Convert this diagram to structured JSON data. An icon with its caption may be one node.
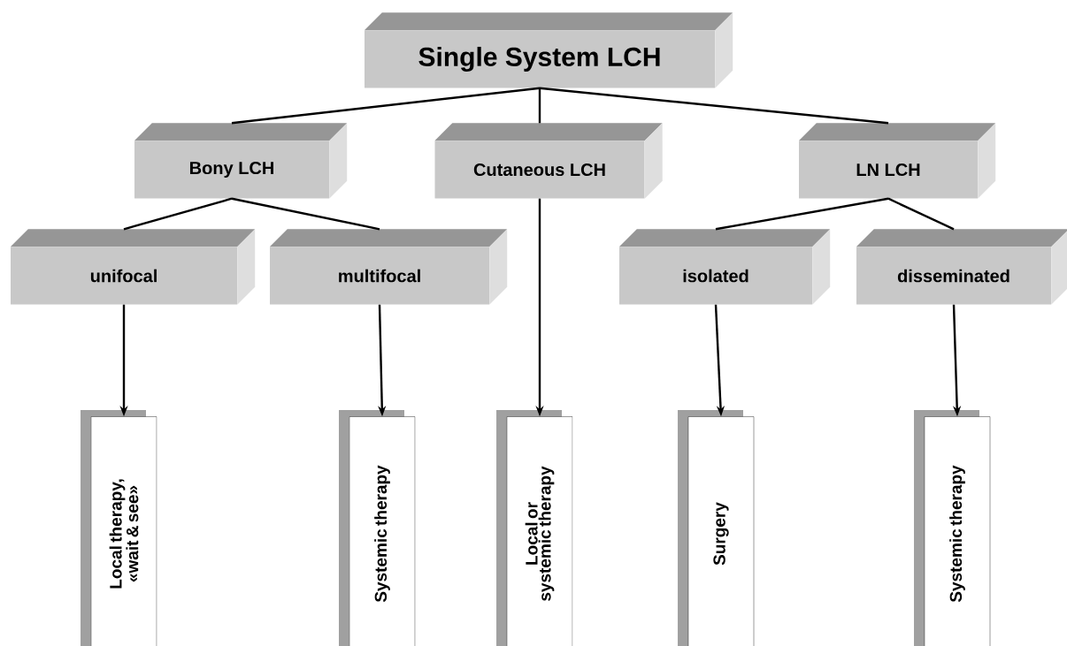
{
  "diagram": {
    "nodes": [
      {
        "text": [
          "Single System LCH"
        ]
      },
      {
        "text": [
          "Bony LCH"
        ]
      },
      {
        "text": [
          "Cutaneous LCH"
        ]
      },
      {
        "text": [
          "LN LCH"
        ]
      },
      {
        "text": [
          "unifocal"
        ]
      },
      {
        "text": [
          "multifocal"
        ]
      },
      {
        "text": [
          "isolated"
        ]
      },
      {
        "text": [
          "disseminated"
        ]
      },
      {
        "text": [
          "Local therapy, «wait & see»"
        ]
      },
      {
        "text": [
          "Systemic therapy"
        ]
      },
      {
        "text": [
          "Local or systemic therapy"
        ]
      },
      {
        "text": [
          "Surgery"
        ]
      },
      {
        "text": [
          "Systemic therapy"
        ]
      }
    ],
    "edges": [
      {
        "from": 0,
        "to": 1,
        "arrow": "none"
      },
      {
        "from": 0,
        "to": 2,
        "arrow": "none"
      },
      {
        "from": 0,
        "to": 3,
        "arrow": "none"
      },
      {
        "from": 1,
        "to": 4,
        "arrow": "none"
      },
      {
        "from": 1,
        "to": 5,
        "arrow": "none"
      },
      {
        "from": 3,
        "to": 6,
        "arrow": "none"
      },
      {
        "from": 3,
        "to": 7,
        "arrow": "none"
      },
      {
        "from": 4,
        "to": 8,
        "arrow": "to"
      },
      {
        "from": 5,
        "to": 9,
        "arrow": "to"
      },
      {
        "from": 2,
        "to": 10,
        "arrow": "to"
      },
      {
        "from": 6,
        "to": 11,
        "arrow": "to"
      },
      {
        "from": 7,
        "to": 12,
        "arrow": "to"
      }
    ]
  }
}
